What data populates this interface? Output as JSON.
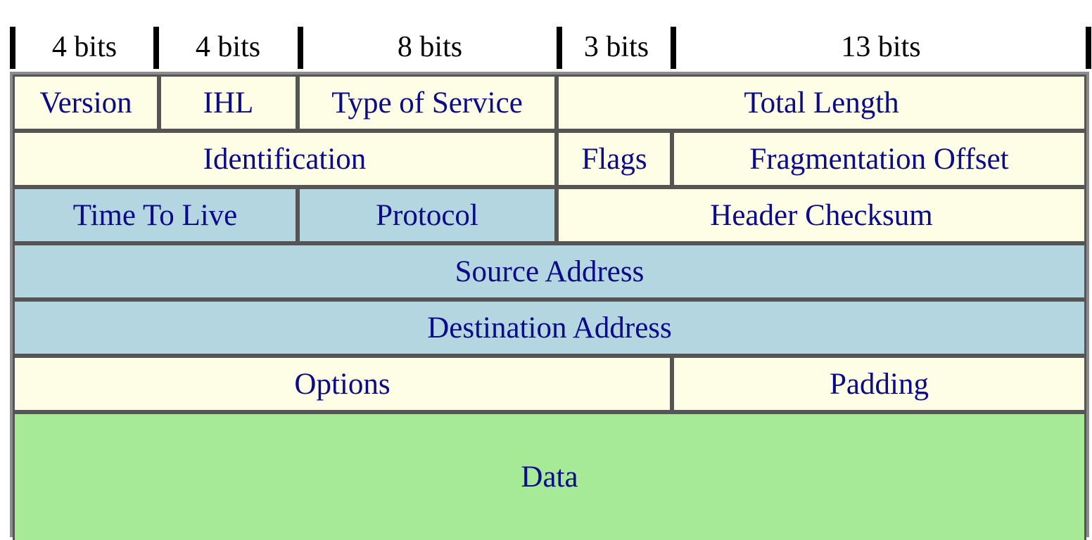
{
  "colors": {
    "cream": "#fefee6",
    "blue": "#b3d6e1",
    "green": "#a6ea98",
    "text": "#0a0a8a",
    "ruler": "#000000"
  },
  "ruler": {
    "labels": [
      "4 bits",
      "4 bits",
      "8 bits",
      "3 bits",
      "13 bits"
    ]
  },
  "rows": [
    {
      "cells": [
        {
          "name": "version-field",
          "label": "Version",
          "color": "cream"
        },
        {
          "name": "ihl-field",
          "label": "IHL",
          "color": "cream"
        },
        {
          "name": "type-of-service-field",
          "label": "Type of Service",
          "color": "cream"
        },
        {
          "name": "total-length-field",
          "label": "Total Length",
          "color": "cream"
        }
      ]
    },
    {
      "cells": [
        {
          "name": "identification-field",
          "label": "Identification",
          "color": "cream"
        },
        {
          "name": "flags-field",
          "label": "Flags",
          "color": "cream"
        },
        {
          "name": "fragmentation-offset-field",
          "label": "Fragmentation Offset",
          "color": "cream"
        }
      ]
    },
    {
      "cells": [
        {
          "name": "time-to-live-field",
          "label": "Time To Live",
          "color": "blue"
        },
        {
          "name": "protocol-field",
          "label": "Protocol",
          "color": "blue"
        },
        {
          "name": "header-checksum-field",
          "label": "Header Checksum",
          "color": "cream"
        }
      ]
    },
    {
      "cells": [
        {
          "name": "source-address-field",
          "label": "Source Address",
          "color": "blue"
        }
      ]
    },
    {
      "cells": [
        {
          "name": "destination-address-field",
          "label": "Destination Address",
          "color": "blue"
        }
      ]
    },
    {
      "cells": [
        {
          "name": "options-field",
          "label": "Options",
          "color": "cream"
        },
        {
          "name": "padding-field",
          "label": "Padding",
          "color": "cream"
        }
      ]
    },
    {
      "cells": [
        {
          "name": "data-field",
          "label": "Data",
          "color": "green"
        }
      ]
    }
  ]
}
